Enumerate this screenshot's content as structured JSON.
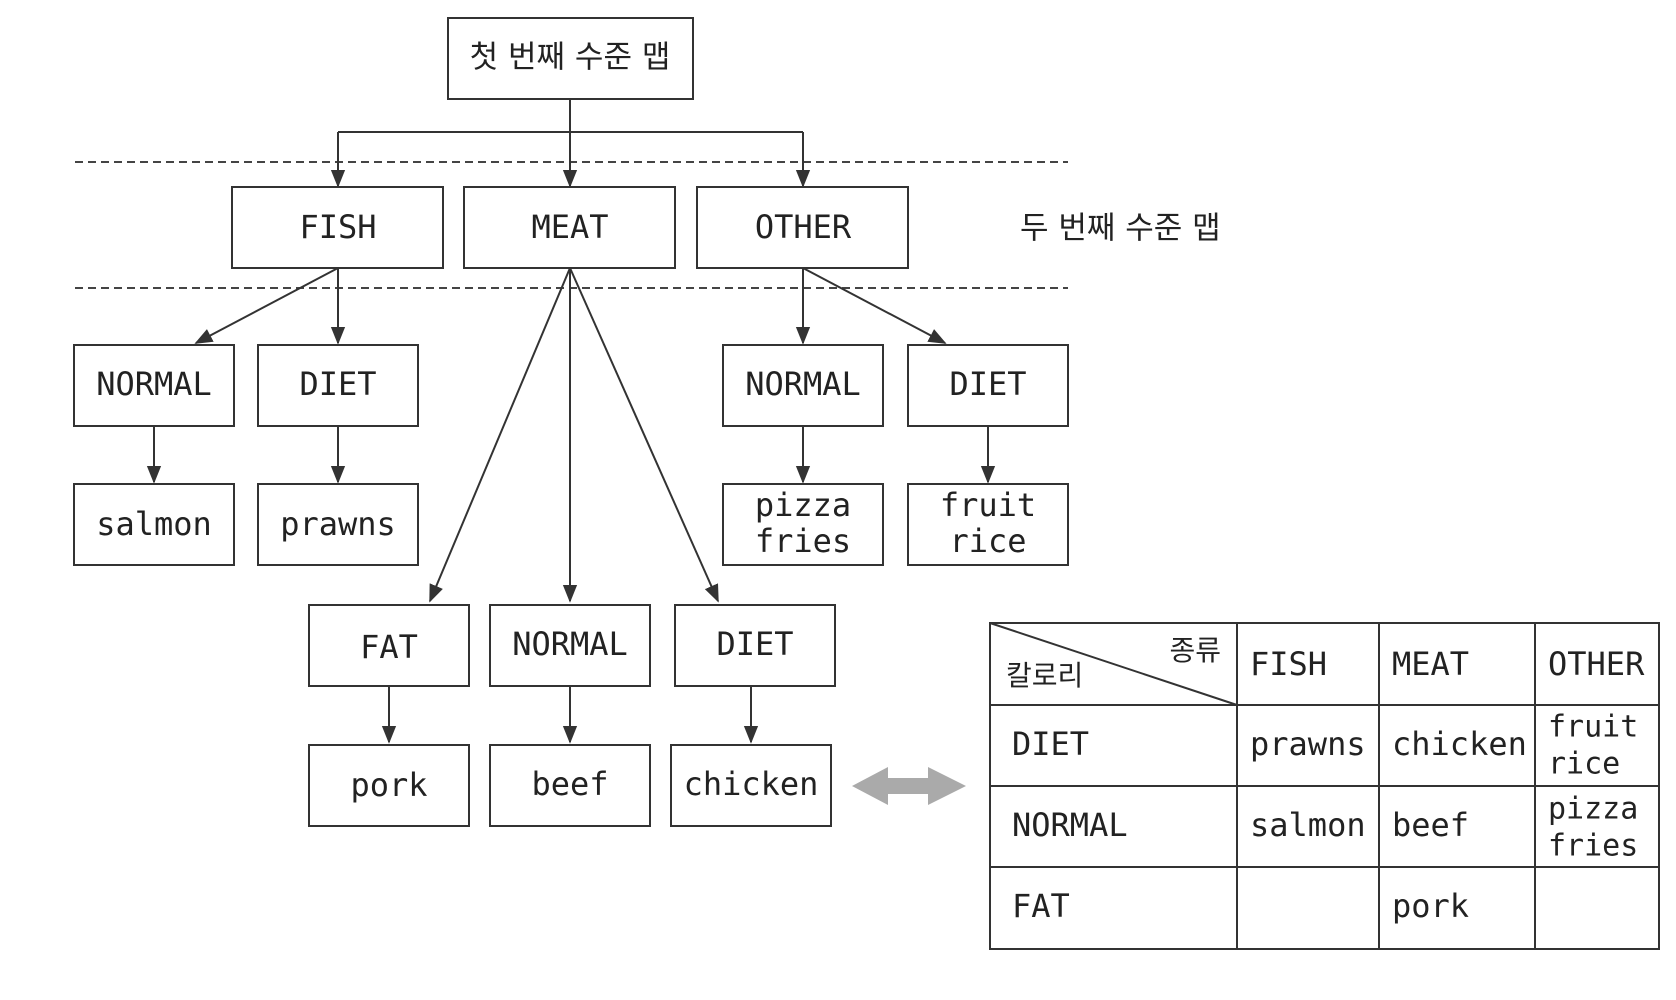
{
  "tree": {
    "root": "첫 번째 수준 맵",
    "second_level_label": "두 번째 수준 맵",
    "level2": {
      "fish": "FISH",
      "meat": "MEAT",
      "other": "OTHER"
    },
    "fish_children": {
      "normal": {
        "label": "NORMAL",
        "value": [
          "salmon"
        ]
      },
      "diet": {
        "label": "DIET",
        "value": [
          "prawns"
        ]
      }
    },
    "meat_children": {
      "fat": {
        "label": "FAT",
        "value": [
          "pork"
        ]
      },
      "normal": {
        "label": "NORMAL",
        "value": [
          "beef"
        ]
      },
      "diet": {
        "label": "DIET",
        "value": [
          "chicken"
        ]
      }
    },
    "other_children": {
      "normal": {
        "label": "NORMAL",
        "value": [
          "pizza",
          "fries"
        ]
      },
      "diet": {
        "label": "DIET",
        "value": [
          "fruit",
          "rice"
        ]
      }
    }
  },
  "table": {
    "corner_top": "종류",
    "corner_bottom": "칼로리",
    "columns": [
      "FISH",
      "MEAT",
      "OTHER"
    ],
    "rows": [
      {
        "label": "DIET",
        "cells": [
          [
            "prawns"
          ],
          [
            "chicken"
          ],
          [
            "fruit",
            "rice"
          ]
        ]
      },
      {
        "label": "NORMAL",
        "cells": [
          [
            "salmon"
          ],
          [
            "beef"
          ],
          [
            "pizza",
            "fries"
          ]
        ]
      },
      {
        "label": "FAT",
        "cells": [
          [],
          [
            "pork"
          ],
          []
        ]
      }
    ]
  },
  "colors": {
    "line": "#333333",
    "double_arrow": "#aaaaaa"
  }
}
